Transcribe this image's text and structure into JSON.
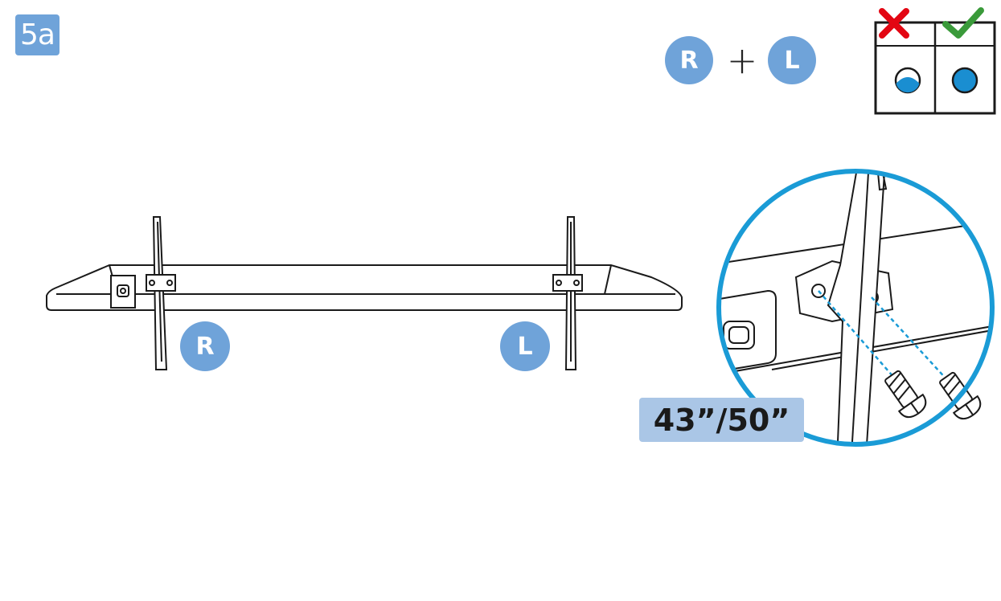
{
  "step": {
    "label": "5a"
  },
  "stand_pairing": {
    "right_label": "R",
    "left_label": "L"
  },
  "stand_labels": {
    "right": "R",
    "left": "L"
  },
  "size_label": "43”/50”",
  "colors": {
    "accent_blue": "#6fa3d9",
    "label_blue": "#aac6e6",
    "ring_blue": "#1a9bd6",
    "wrong_red": "#e30613",
    "correct_green": "#3a9a3a",
    "line": "#1a1a1a"
  },
  "icons": [
    "cross-icon",
    "check-icon",
    "plus-icon",
    "screw-icon"
  ]
}
